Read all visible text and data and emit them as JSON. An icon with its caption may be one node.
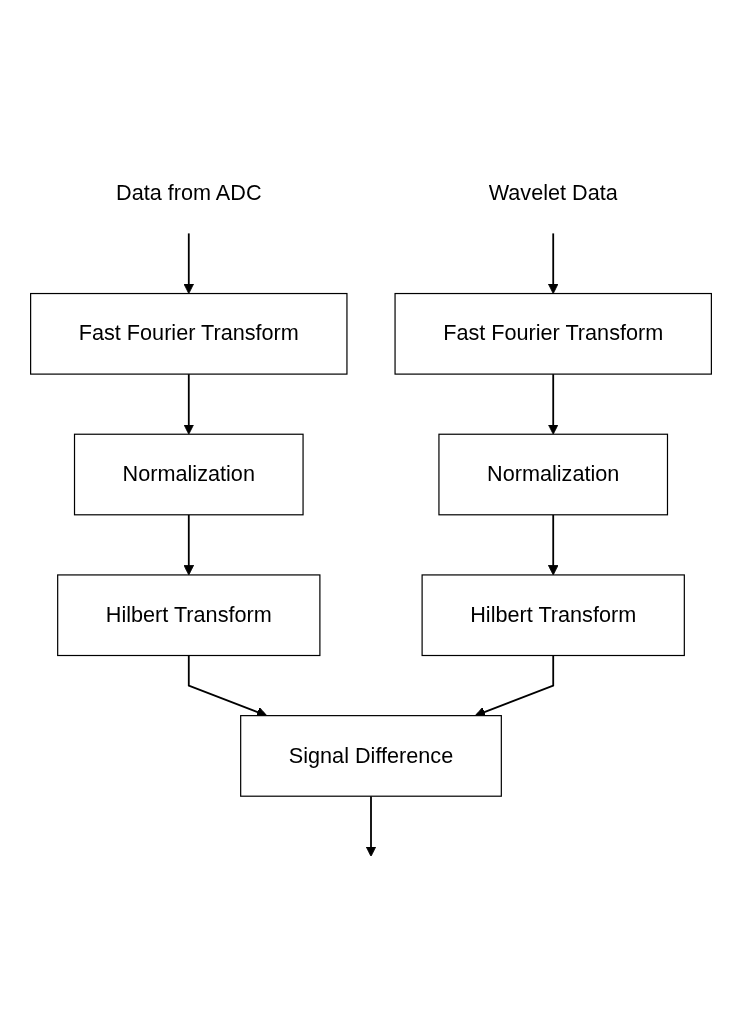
{
  "diagram": {
    "nodes": [
      {
        "text": [
          "Data from ADC"
        ]
      },
      {
        "text": [
          "Wavelet Data"
        ]
      },
      {
        "text": [
          "Fast Fourier Transform"
        ]
      },
      {
        "text": [
          "Fast Fourier Transform"
        ]
      },
      {
        "text": [
          "Normalization"
        ]
      },
      {
        "text": [
          "Normalization"
        ]
      },
      {
        "text": [
          "Hilbert Transform"
        ]
      },
      {
        "text": [
          "Hilbert Transform"
        ]
      },
      {
        "text": [
          "Signal Difference"
        ]
      }
    ],
    "edges": [
      {
        "from": 0,
        "to": 2,
        "arrow": "to"
      },
      {
        "from": 2,
        "to": 4,
        "arrow": "to"
      },
      {
        "from": 4,
        "to": 6,
        "arrow": "to"
      },
      {
        "from": 6,
        "to": 8,
        "arrow": "to"
      },
      {
        "from": 1,
        "to": 3,
        "arrow": "to"
      },
      {
        "from": 3,
        "to": 5,
        "arrow": "to"
      },
      {
        "from": 5,
        "to": 7,
        "arrow": "to"
      },
      {
        "from": 7,
        "to": 8,
        "arrow": "to"
      },
      {
        "from": 8,
        "to": null,
        "arrow": "to"
      }
    ]
  }
}
